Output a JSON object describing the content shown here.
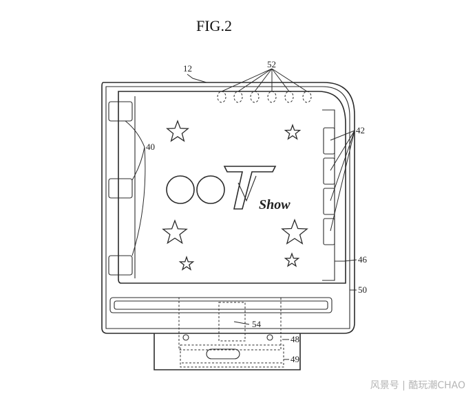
{
  "figure": {
    "title": "FIG.2",
    "labels": {
      "l12": "12",
      "l52": "52",
      "l42": "42",
      "l40": "40",
      "l46": "46",
      "l50": "50",
      "l54": "54",
      "l48": "48",
      "l49": "49"
    },
    "logo": {
      "tv_text": "TV",
      "show_text": "Show"
    }
  },
  "watermark": "风景号 | 酷玩潮CHAO"
}
